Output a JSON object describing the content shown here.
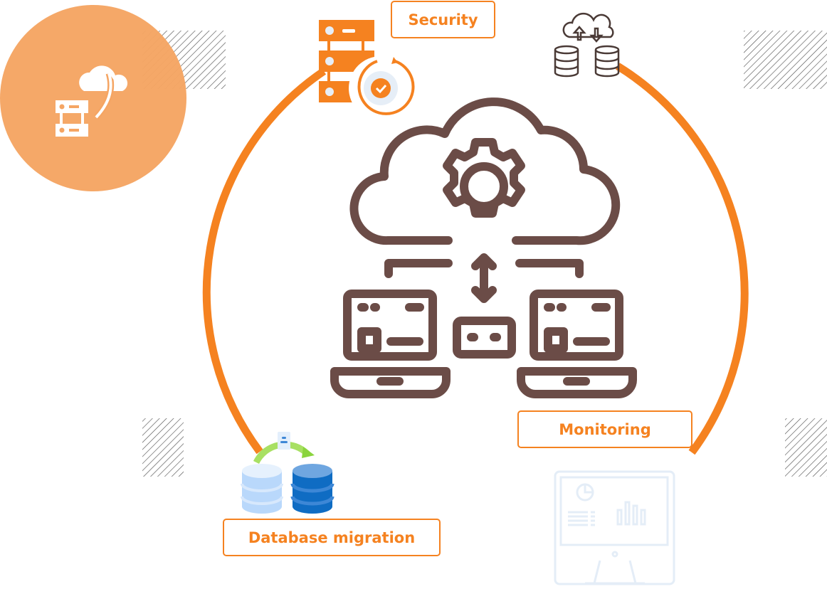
{
  "labels": {
    "security": "Security",
    "monitoring": "Monitoring",
    "database_migration": "Database migration"
  },
  "icons": [
    "cloud-upload-server-icon",
    "server-gear-check-icon",
    "cloud-database-sync-icon",
    "cloud-computing-network-icon",
    "database-migration-icon",
    "monitor-dashboard-icon"
  ],
  "colors": {
    "accent": "#f58220",
    "badge_circle": "#f5a563",
    "icon_brown": "#6b4c47",
    "db_light": "#cfe3fb",
    "db_dark": "#1f75c9",
    "monitor_faint": "#e4edf7"
  }
}
